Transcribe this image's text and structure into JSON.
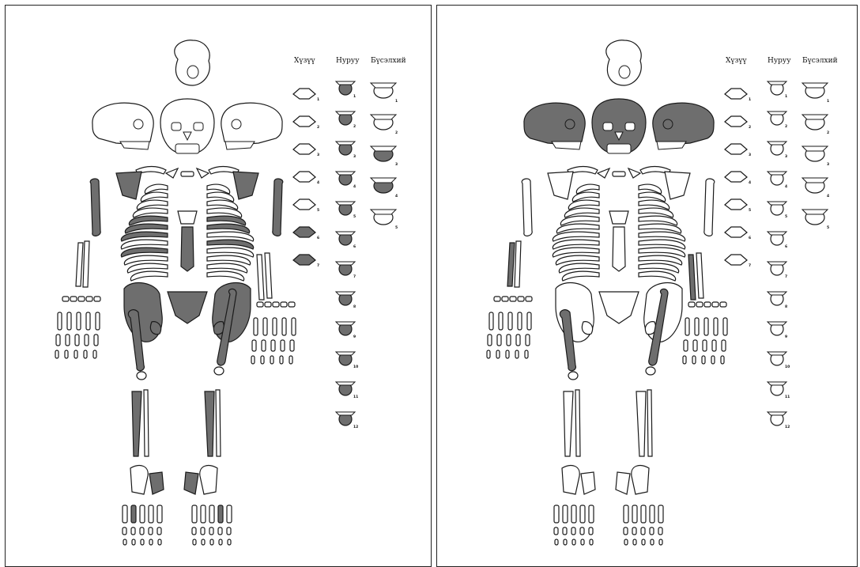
{
  "colors": {
    "present": "#6e6e6e",
    "absent": "#ffffff",
    "outline": "#1a1a1a"
  },
  "headers": {
    "cervical": "Хүзүү",
    "thoracic": "Нуруу",
    "lumbar": "Бүсэлхий"
  },
  "vertebra_numbers": {
    "cervical": [
      "1",
      "2",
      "3",
      "4",
      "5",
      "6",
      "7"
    ],
    "thoracic": [
      "1",
      "2",
      "3",
      "4",
      "5",
      "6",
      "7",
      "8",
      "9",
      "10",
      "11",
      "12"
    ],
    "lumbar": [
      "1",
      "2",
      "3",
      "4",
      "5"
    ]
  },
  "panels": [
    {
      "id": "left",
      "skull": {
        "top": false,
        "left": false,
        "front": false,
        "right": false
      },
      "scapula_left": true,
      "scapula_right": true,
      "clavicle_left": false,
      "clavicle_right": false,
      "humerus_left": true,
      "humerus_right": true,
      "radius_left": false,
      "ulna_left": false,
      "radius_right": false,
      "ulna_right": false,
      "ribs_left": [
        false,
        false,
        false,
        false,
        true,
        true,
        true,
        false,
        true,
        false,
        false,
        false
      ],
      "ribs_right": [
        false,
        false,
        false,
        false,
        true,
        true,
        false,
        true,
        false,
        false,
        false,
        false
      ],
      "manubrium": false,
      "sternum_body": true,
      "ilium_left": true,
      "ilium_right": true,
      "sacrum": true,
      "femur_left": true,
      "femur_right": true,
      "tibia_left": true,
      "tibia_right": true,
      "foot_left": true,
      "foot_right": true,
      "cervical": [
        false,
        false,
        false,
        false,
        false,
        true,
        true
      ],
      "thoracic": [
        true,
        true,
        true,
        true,
        true,
        true,
        true,
        true,
        true,
        true,
        true,
        true
      ],
      "lumbar": [
        false,
        false,
        true,
        true,
        false
      ]
    },
    {
      "id": "right",
      "skull": {
        "top": false,
        "left": true,
        "front": true,
        "right": true
      },
      "scapula_left": false,
      "scapula_right": false,
      "clavicle_left": false,
      "clavicle_right": false,
      "humerus_left": false,
      "humerus_right": false,
      "radius_left": true,
      "ulna_left": false,
      "radius_right": true,
      "ulna_right": false,
      "ribs_left": [
        false,
        false,
        false,
        false,
        false,
        false,
        false,
        false,
        false,
        false,
        false,
        false
      ],
      "ribs_right": [
        false,
        false,
        false,
        false,
        false,
        false,
        false,
        false,
        false,
        false,
        false,
        false
      ],
      "manubrium": false,
      "sternum_body": false,
      "ilium_left": false,
      "ilium_right": false,
      "sacrum": false,
      "femur_left": true,
      "femur_right": true,
      "tibia_left": false,
      "tibia_right": false,
      "foot_left": false,
      "foot_right": false,
      "cervical": [
        false,
        false,
        false,
        false,
        false,
        false,
        false
      ],
      "thoracic": [
        false,
        false,
        false,
        false,
        false,
        false,
        false,
        false,
        false,
        false,
        false,
        false
      ],
      "lumbar": [
        false,
        false,
        false,
        false,
        false
      ]
    }
  ]
}
